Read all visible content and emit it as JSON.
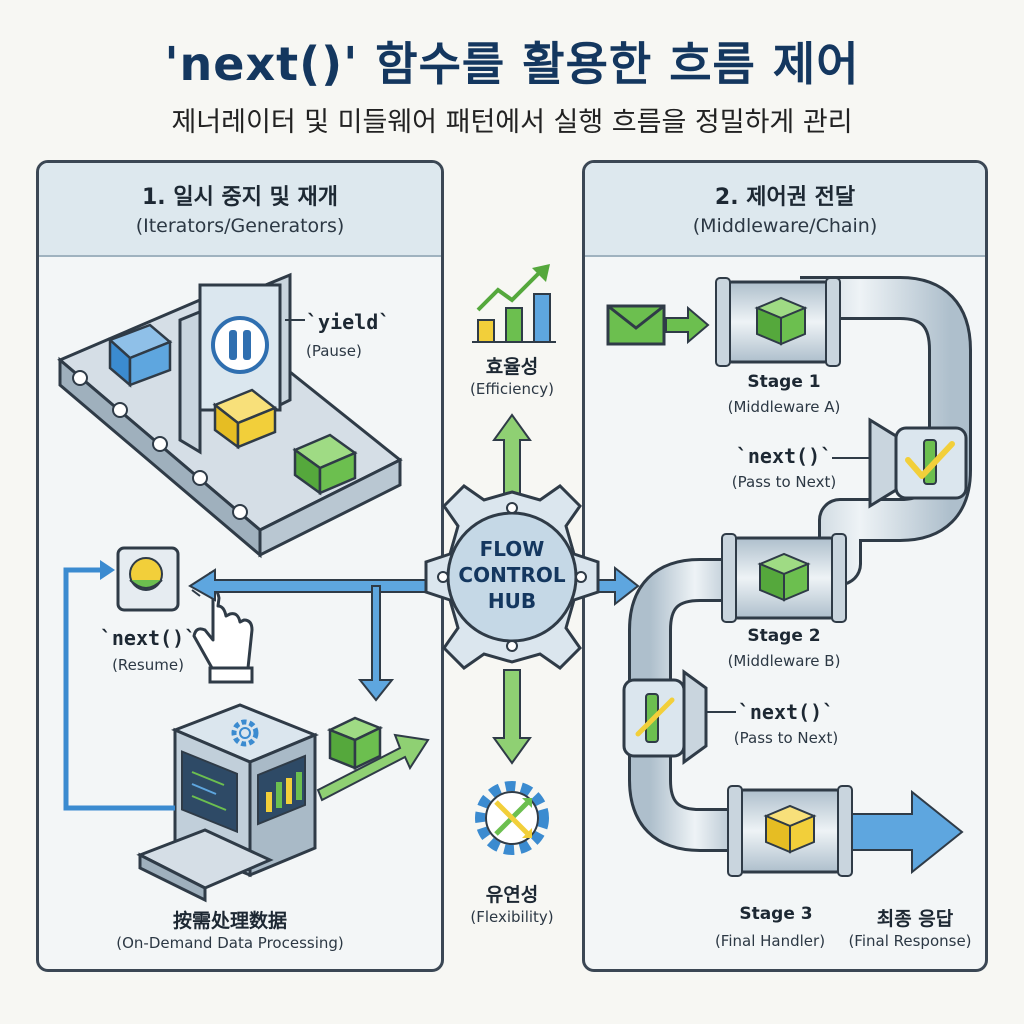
{
  "header": {
    "title": "'next()' 함수를 활용한 흐름 제어",
    "subtitle": "제너레이터 및 미들웨어 패턴에서 실행 흐름을 정밀하게 관리"
  },
  "left_panel": {
    "title": "1. 일시 중지 및 재개",
    "subtitle": "(Iterators/Generators)",
    "yield_label": "`yield`",
    "yield_sub": "(Pause)",
    "next_label": "`next()`",
    "next_sub": "(Resume)",
    "process_label": "按需处理数据",
    "process_sub": "(On-Demand Data Processing)"
  },
  "hub": {
    "line1": "FLOW",
    "line2": "CONTROL",
    "line3": "HUB",
    "efficiency_label": "효율성",
    "efficiency_sub": "(Efficiency)",
    "flexibility_label": "유연성",
    "flexibility_sub": "(Flexibility)"
  },
  "right_panel": {
    "title": "2. 제어권 전달",
    "subtitle": "(Middleware/Chain)",
    "stage1_label": "Stage 1",
    "stage1_sub": "(Middleware A)",
    "next1_label": "`next()`",
    "next1_sub": "(Pass to Next)",
    "stage2_label": "Stage 2",
    "stage2_sub": "(Middleware B)",
    "next2_label": "`next()`",
    "next2_sub": "(Pass to Next)",
    "stage3_label": "Stage 3",
    "stage3_sub": "(Final Handler)",
    "final_label": "최종 응답",
    "final_sub": "(Final Response)"
  },
  "colors": {
    "blue_accent": "#3b8bd0",
    "green_accent": "#6cbf4f",
    "yellow_accent": "#f2cf3a",
    "title_color": "#14375f"
  },
  "icons": [
    "envelope-icon",
    "pause-icon",
    "hand-pointer-icon",
    "gear-icon",
    "bar-chart-icon",
    "check-icon",
    "shuffle-gear-icon"
  ]
}
